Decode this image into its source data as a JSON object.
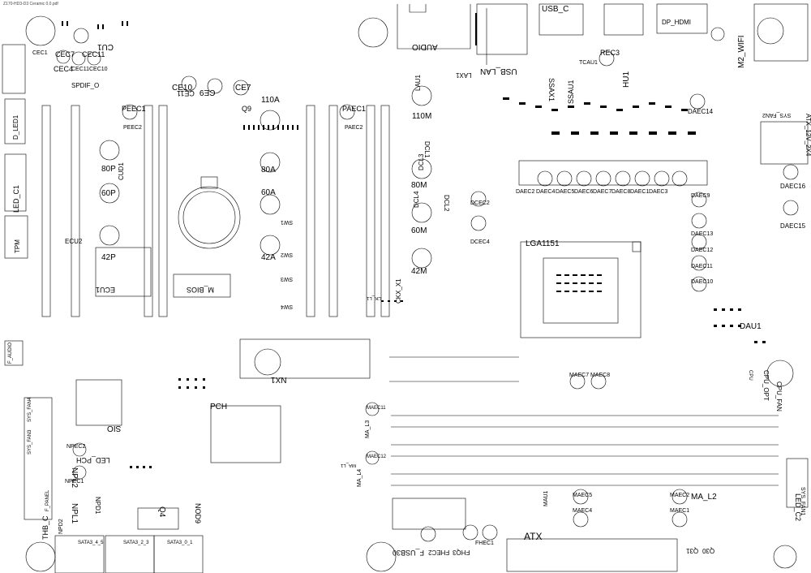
{
  "header": {
    "file": "Z170-HD3-D3 Ceramic 0.0.pdf"
  },
  "connectors": {
    "audio": "AUDIO",
    "usb_lan": "USB_LAN",
    "usb_c": "USB_C",
    "dp_hdmi": "DP_HDMI",
    "m2_wifi": "M2_WIFI",
    "atx_12v": "ATX_12V_2X4",
    "sys_fan2": "SYS_FAN2",
    "sys_fan1": "SYS_FAN1",
    "cpu_fan": "CPU_FAN",
    "cpu_opt": "CPU_OPT",
    "atx": "ATX",
    "f_usb30": "F_USB30",
    "sata_45": "SATA3_4_5",
    "sata_23": "SATA3_2_3",
    "sata_01": "SATA3_0_1",
    "sys_fan3": "SYS_FAN3",
    "sys_fan4": "SYS_FAN4",
    "f_panel": "F_PANEL",
    "spdif": "SPDIF_O",
    "tpm": "TPM",
    "f_audio": "F_AUDIO",
    "lga": "LGA1151",
    "pch": "PCH",
    "sio": "SIO",
    "bios": "M_BIOS",
    "thb": "THB_C",
    "d_led": "D_LED1",
    "led_c1": "LED_C1",
    "led_c2": "LED_C2",
    "led_pch": "LED_PCH",
    "cpu": "CPU"
  },
  "components": {
    "cu1": "CU1",
    "cec7": "CEC7",
    "cec11": "CEC11",
    "cec4": "CEC4",
    "cec10": "CEC10",
    "cec1": "CEC1",
    "ce10": "CE10",
    "ce11": "CE11",
    "ce9": "CE9",
    "ce7": "CE7",
    "q9": "Q9",
    "n110a": "110A",
    "n110m": "110M",
    "n80a": "80A",
    "n80m": "80M",
    "n80p": "80P",
    "n60a": "60A",
    "n60m": "60M",
    "n60p": "60P",
    "n42a": "42A",
    "n42m": "42M",
    "n42p": "42P",
    "peec1": "PEEC1",
    "peec2": "PEEC2",
    "paec1": "PAEC1",
    "paec2": "PAEC2",
    "ecu2": "ECU2",
    "ecu1": "ECU1",
    "lax1": "LAX1",
    "lau1": "LAU1",
    "ssau1": "SSAU1",
    "ssax1": "SSAX1",
    "hu1": "HU1",
    "rec3": "REC3",
    "tcau1": "TCAU1",
    "daec14": "DAEC14",
    "daec16": "DAEC16",
    "daec15": "DAEC15",
    "daec9": "DAEC9",
    "daec13": "DAEC13",
    "daec12": "DAEC12",
    "daec11": "DAEC11",
    "daec10": "DAEC10",
    "dau1": "DAU1",
    "dcl1": "DCL1",
    "dcl2": "DCL2",
    "dcl3": "DCL3",
    "dcl4": "DCL4",
    "dcec2": "DCEC2",
    "dcec4": "DCEC4",
    "daec_row": [
      "DAEC2",
      "DAEC4",
      "DAEC5",
      "DAEC6",
      "DAEC7",
      "DAEC8",
      "DAEC1",
      "DAEC3"
    ],
    "ckx1": "CKX_X1",
    "ckl1": "CK_L1",
    "maec7": "MAEC7",
    "maec8": "MAEC8",
    "maec11": "MAEC11",
    "maec12": "MAEC12",
    "maec5": "MAEC5",
    "maec4": "MAEC4",
    "maec1": "MAEC1",
    "maec2": "MAEC2",
    "ma_l1": "MA_L1",
    "ma_l2": "MA_L2",
    "ma_l3": "MA_L3",
    "ma_l4": "MA_L4",
    "mau1": "MAU1",
    "nx1": "NX1",
    "npec2": "NPEC2",
    "npec1": "NPEC1",
    "npl1": "NPL1",
    "npl2": "NPL2",
    "npd1": "NPD1",
    "npd2": "NPD2",
    "nod9": "NOD9",
    "q4": "Q4",
    "fhec1": "FHEC1",
    "fhec2": "FHEC2",
    "fhq3": "FHQ3",
    "q30": "Q30",
    "q31": "Q31",
    "sw1": "SW1",
    "sw2": "SW2",
    "sw3": "SW3",
    "sw4": "SW4",
    "cud1": "CUD1"
  }
}
